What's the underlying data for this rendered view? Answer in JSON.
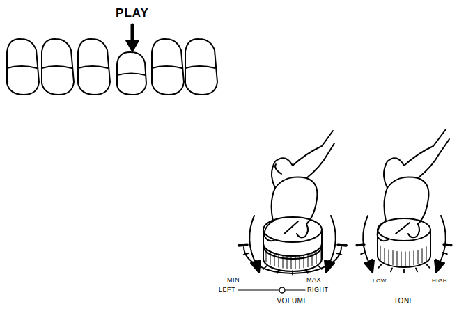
{
  "diagram": {
    "labels": [
      "PLAY",
      "MIN",
      "MAX",
      "LEFT",
      "RIGHT",
      "VOLUME",
      "LOW",
      "HIGH",
      "TONE"
    ]
  }
}
